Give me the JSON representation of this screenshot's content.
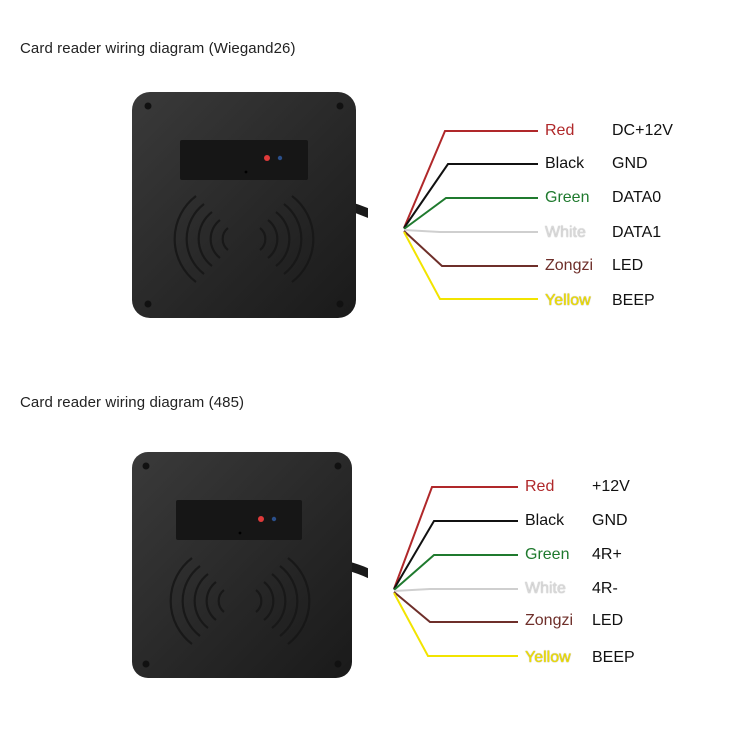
{
  "colors": {
    "red": "#b0282a",
    "black": "#111111",
    "green": "#1f7a2e",
    "white": "#cfcfcf",
    "zongzi": "#6e2f2a",
    "yellow": "#f2e400",
    "device_body": "#2b2b2b"
  },
  "diagrams": [
    {
      "title": "Card reader wiring diagram (Wiegand26)",
      "wires": [
        {
          "color_name": "Red",
          "function": "DC+12V",
          "color": "#b0282a"
        },
        {
          "color_name": "Black",
          "function": "GND",
          "color": "#111111"
        },
        {
          "color_name": "Green",
          "function": "DATA0",
          "color": "#1f7a2e"
        },
        {
          "color_name": "White",
          "function": "DATA1",
          "color": "#cfcfcf"
        },
        {
          "color_name": "Zongzi",
          "function": "LED",
          "color": "#6e2f2a"
        },
        {
          "color_name": "Yellow",
          "function": "BEEP",
          "color": "#f2e400"
        }
      ]
    },
    {
      "title": "Card reader wiring diagram (485)",
      "wires": [
        {
          "color_name": "Red",
          "function": "+12V",
          "color": "#b0282a"
        },
        {
          "color_name": "Black",
          "function": "GND",
          "color": "#111111"
        },
        {
          "color_name": "Green",
          "function": "4R+",
          "color": "#1f7a2e"
        },
        {
          "color_name": "White",
          "function": "4R-",
          "color": "#cfcfcf"
        },
        {
          "color_name": "Zongzi",
          "function": "LED",
          "color": "#6e2f2a"
        },
        {
          "color_name": "Yellow",
          "function": "BEEP",
          "color": "#f2e400"
        }
      ]
    }
  ]
}
